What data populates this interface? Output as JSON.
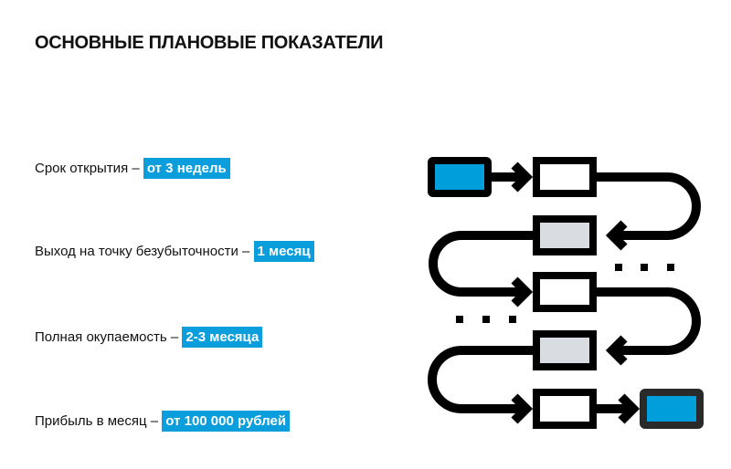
{
  "title": "ОСНОВНЫЕ ПЛАНОВЫЕ ПОКАЗАТЕЛИ",
  "items": [
    {
      "label": "Срок открытия –",
      "value": "от 3 недель"
    },
    {
      "label": "Выход на точку безубыточности –",
      "value": "1 месяц"
    },
    {
      "label": "Полная окупаемость –",
      "value": "2-3 месяца"
    },
    {
      "label": "Прибыль в месяц –",
      "value": "от 100 000 рублей"
    }
  ],
  "colors": {
    "accent": "#0a9fdc",
    "gray_box": "#d9dce0",
    "dark_box": "#2a2a2a"
  },
  "icon": "process-flow-icon"
}
